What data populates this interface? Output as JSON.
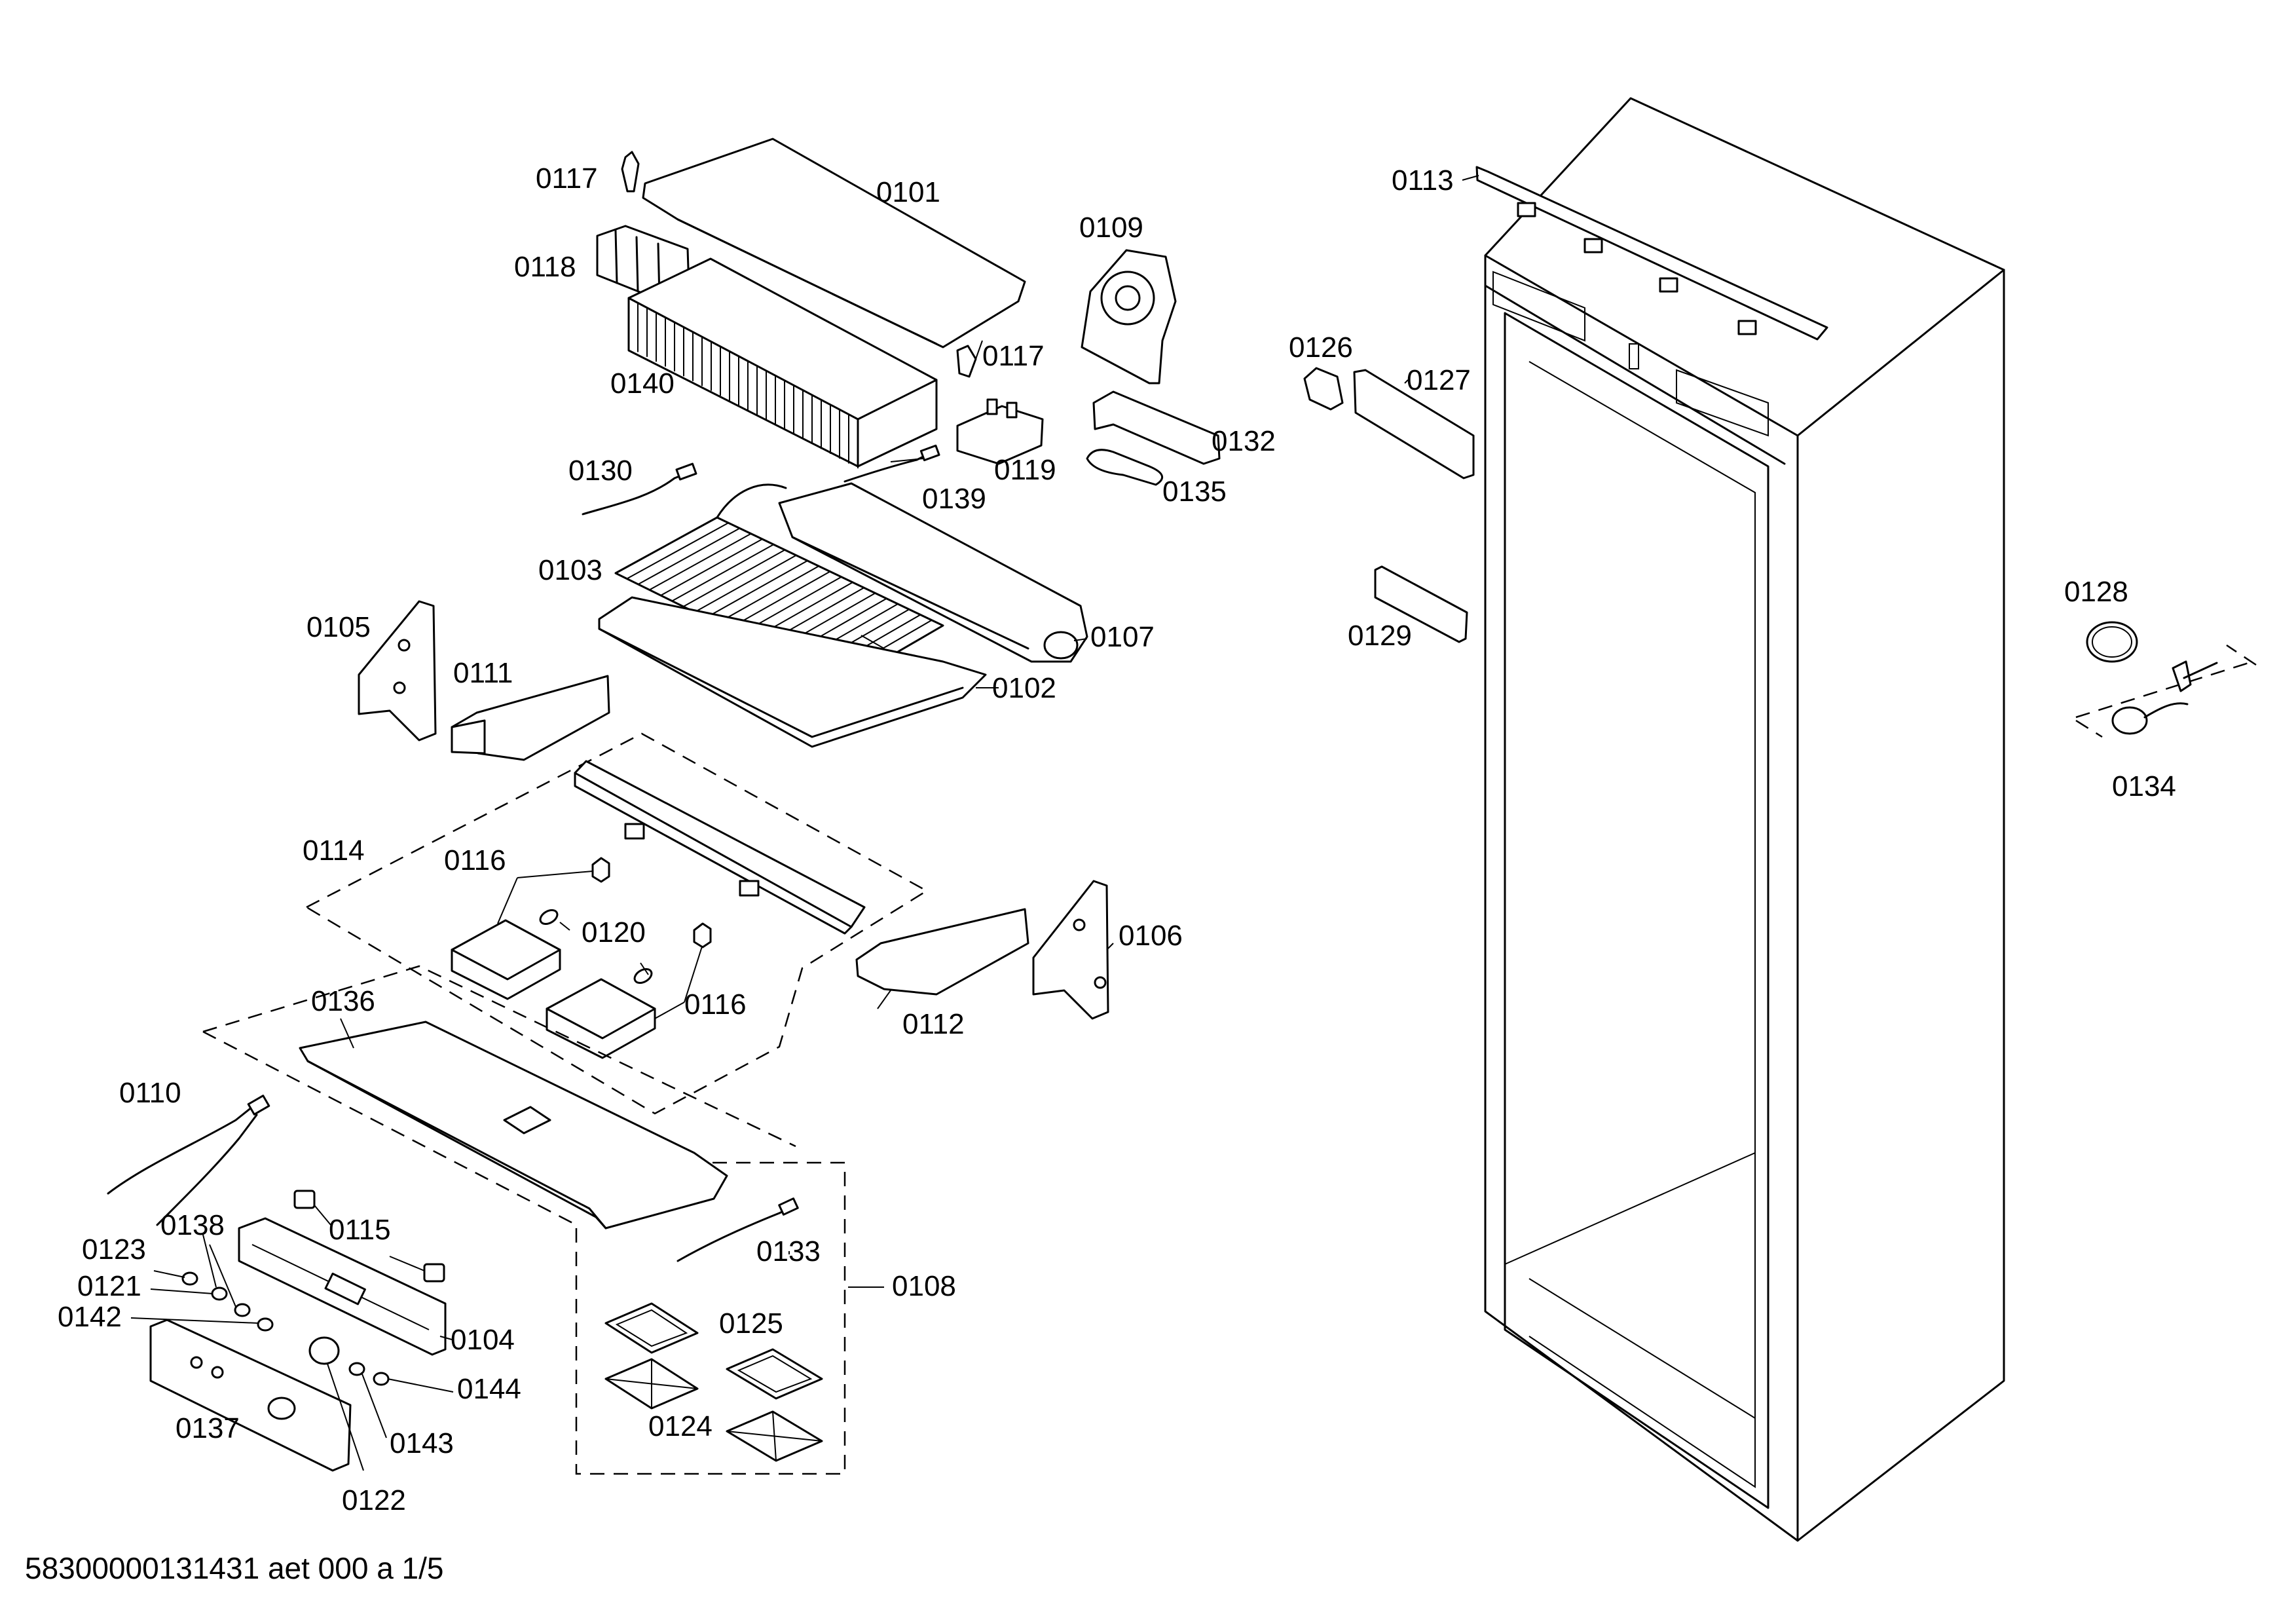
{
  "footer": {
    "document_code": "58300000131431 aet 000 a 1/5"
  },
  "callouts": [
    {
      "id": "0101",
      "text": "0101"
    },
    {
      "id": "0117a",
      "text": "0117"
    },
    {
      "id": "0118",
      "text": "0118"
    },
    {
      "id": "0109",
      "text": "0109"
    },
    {
      "id": "0117b",
      "text": "0117"
    },
    {
      "id": "0140",
      "text": "0140"
    },
    {
      "id": "0119",
      "text": "0119"
    },
    {
      "id": "0132",
      "text": "0132"
    },
    {
      "id": "0135",
      "text": "0135"
    },
    {
      "id": "0130",
      "text": "0130"
    },
    {
      "id": "0139",
      "text": "0139"
    },
    {
      "id": "0103",
      "text": "0103"
    },
    {
      "id": "0107",
      "text": "0107"
    },
    {
      "id": "0102",
      "text": "0102"
    },
    {
      "id": "0105",
      "text": "0105"
    },
    {
      "id": "0111",
      "text": "0111"
    },
    {
      "id": "0114",
      "text": "0114"
    },
    {
      "id": "0116a",
      "text": "0116"
    },
    {
      "id": "0120",
      "text": "0120"
    },
    {
      "id": "0116b",
      "text": "0116"
    },
    {
      "id": "0106",
      "text": "0106"
    },
    {
      "id": "0112",
      "text": "0112"
    },
    {
      "id": "0136",
      "text": "0136"
    },
    {
      "id": "0110",
      "text": "0110"
    },
    {
      "id": "0115",
      "text": "0115"
    },
    {
      "id": "0138",
      "text": "0138"
    },
    {
      "id": "0123",
      "text": "0123"
    },
    {
      "id": "0121",
      "text": "0121"
    },
    {
      "id": "0142",
      "text": "0142"
    },
    {
      "id": "0104",
      "text": "0104"
    },
    {
      "id": "0133",
      "text": "0133"
    },
    {
      "id": "0108",
      "text": "0108"
    },
    {
      "id": "0125",
      "text": "0125"
    },
    {
      "id": "0144",
      "text": "0144"
    },
    {
      "id": "0137",
      "text": "0137"
    },
    {
      "id": "0143",
      "text": "0143"
    },
    {
      "id": "0124",
      "text": "0124"
    },
    {
      "id": "0122",
      "text": "0122"
    },
    {
      "id": "0113",
      "text": "0113"
    },
    {
      "id": "0126",
      "text": "0126"
    },
    {
      "id": "0127",
      "text": "0127"
    },
    {
      "id": "0129",
      "text": "0129"
    },
    {
      "id": "0128",
      "text": "0128"
    },
    {
      "id": "0134",
      "text": "0134"
    }
  ]
}
